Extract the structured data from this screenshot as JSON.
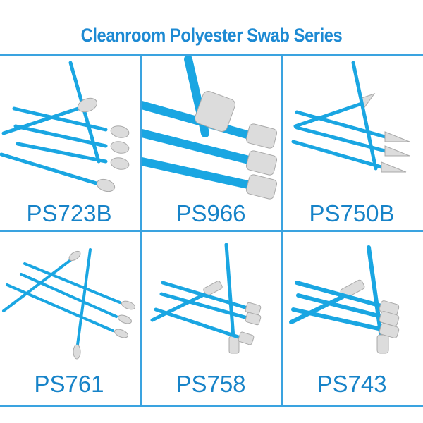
{
  "title": "Cleanroom Polyester Swab Series",
  "colors": {
    "title": "#1d8ad3",
    "grid": "#3aa3e0",
    "label": "#1783c8",
    "handle": "#1aa6e2",
    "handle_shade": "#0c82bf",
    "tip": "#dcdcdc",
    "tip_edge": "#a9a9a9"
  },
  "products": [
    {
      "model": "PS723B",
      "tip_shape": "paddle"
    },
    {
      "model": "PS966",
      "tip_shape": "large-square"
    },
    {
      "model": "PS750B",
      "tip_shape": "pointed"
    },
    {
      "model": "PS761",
      "tip_shape": "small-round"
    },
    {
      "model": "PS758",
      "tip_shape": "rectangular"
    },
    {
      "model": "PS743",
      "tip_shape": "flat-rectangular"
    }
  ]
}
